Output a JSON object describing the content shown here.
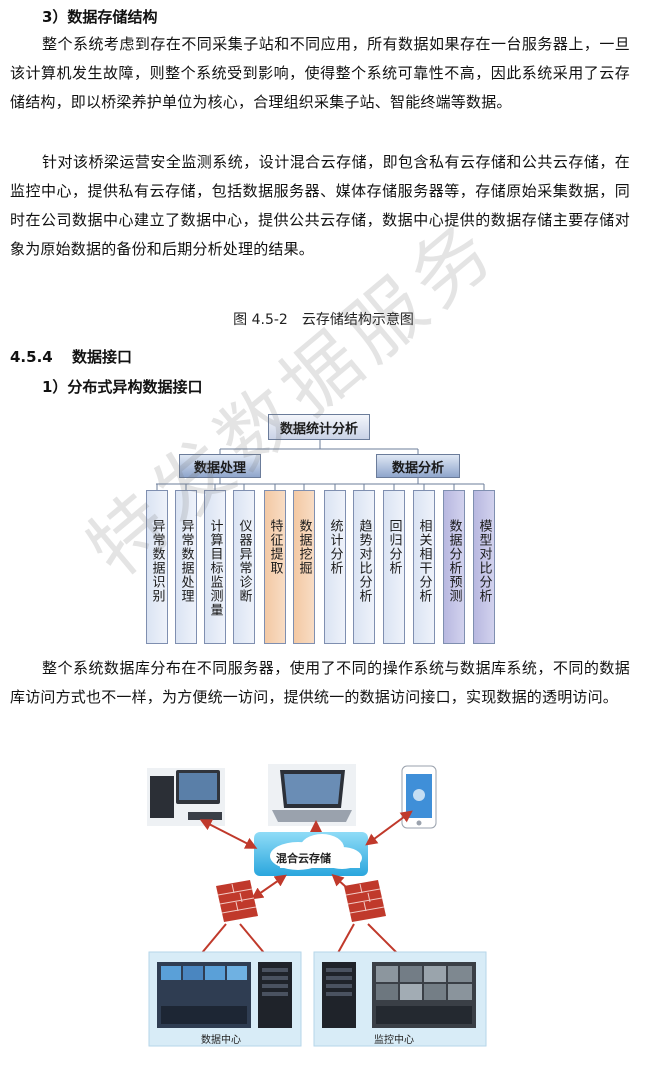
{
  "section3": {
    "heading": "3）数据存储结构",
    "para1": "整个系统考虑到存在不同采集子站和不同应用，所有数据如果存在一台服务器上，一旦该计算机发生故障，则整个系统受到影响，使得整个系统可靠性不高，因此系统采用了云存储结构，即以桥梁养护单位为核心，合理组织采集子站、智能终端等数据。",
    "para2": "针对该桥梁运营安全监测系统，设计混合云存储，即包含私有云存储和公共云存储，在监控中心，提供私有云存储，包括数据服务器、媒体存储服务器等，存储原始采集数据，同时在公司数据中心建立了数据中心，提供公共云存储，数据中心提供的数据存储主要存储对象为原始数据的备份和后期分析处理的结果。",
    "figure_caption": "图 4.5-2　云存储结构示意图"
  },
  "section454": {
    "number": "4.5.4",
    "title": "数据接口",
    "sub_heading": "1）分布式异构数据接口",
    "para": "整个系统数据库分布在不同服务器，使用了不同的操作系统与数据库系统，不同的数据库访问方式也不一样，为方便统一访问，提供统一的数据访问接口，实现数据的透明访问。"
  },
  "tree": {
    "root": "数据统计分析",
    "branches": [
      "数据处理",
      "数据分析"
    ],
    "leaves": [
      {
        "label": "异常数据识别",
        "color": "blue"
      },
      {
        "label": "异常数据处理",
        "color": "blue"
      },
      {
        "label": "计算目标监测量",
        "color": "blue"
      },
      {
        "label": "仪器异常诊断",
        "color": "blue"
      },
      {
        "label": "特征提取",
        "color": "orange"
      },
      {
        "label": "数据挖掘",
        "color": "orange"
      },
      {
        "label": "统计分析",
        "color": "blue"
      },
      {
        "label": "趋势对比分析",
        "color": "blue"
      },
      {
        "label": "回归分析",
        "color": "blue"
      },
      {
        "label": "相关相干分析",
        "color": "blue"
      },
      {
        "label": "数据分析预测",
        "color": "purple"
      },
      {
        "label": "模型对比分析",
        "color": "purple"
      }
    ]
  },
  "network": {
    "cloud_label": "混合云存储",
    "left_label": "数据中心",
    "right_label": "监控中心"
  },
  "watermark": "特发数据服务",
  "colors": {
    "arrow": "#c0392b",
    "cloud": "#3db3e6",
    "panel": "#d8ecf7"
  }
}
